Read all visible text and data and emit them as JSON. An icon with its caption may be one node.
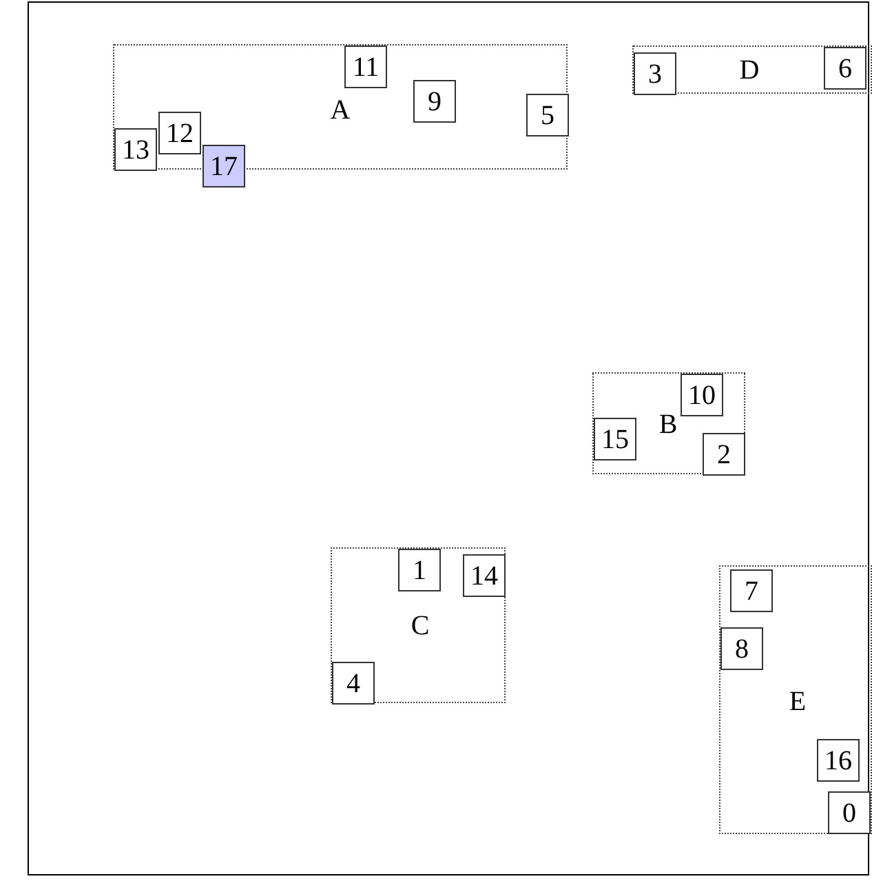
{
  "diagram": {
    "nodes": [
      {
        "text": [
          "A"
        ]
      },
      {
        "text": [
          "11"
        ],
        "in": 0
      },
      {
        "text": [
          "9"
        ],
        "in": 0
      },
      {
        "text": [
          "5"
        ],
        "in": 0
      },
      {
        "text": [
          "12"
        ],
        "in": 0
      },
      {
        "text": [
          "13"
        ],
        "in": 0
      },
      {
        "text": [
          "17"
        ],
        "in": 0
      },
      {
        "text": [
          "D"
        ]
      },
      {
        "text": [
          "3"
        ],
        "in": 7
      },
      {
        "text": [
          "6"
        ],
        "in": 7
      },
      {
        "text": [
          "B"
        ]
      },
      {
        "text": [
          "10"
        ],
        "in": 10
      },
      {
        "text": [
          "15"
        ],
        "in": 10
      },
      {
        "text": [
          "2"
        ],
        "in": 10
      },
      {
        "text": [
          "C"
        ]
      },
      {
        "text": [
          "1"
        ],
        "in": 14
      },
      {
        "text": [
          "14"
        ],
        "in": 14
      },
      {
        "text": [
          "4"
        ],
        "in": 14
      },
      {
        "text": [
          "E"
        ]
      },
      {
        "text": [
          "7"
        ],
        "in": 18
      },
      {
        "text": [
          "8"
        ],
        "in": 18
      },
      {
        "text": [
          "16"
        ],
        "in": 18
      },
      {
        "text": [
          "0"
        ],
        "in": 18
      }
    ]
  }
}
